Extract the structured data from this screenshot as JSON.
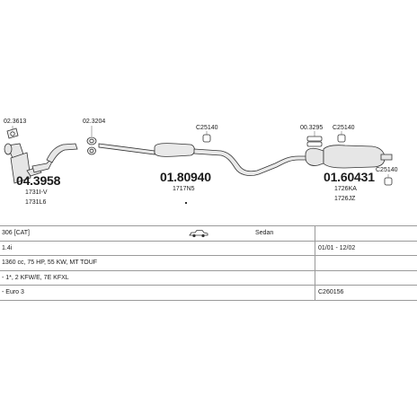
{
  "diagram": {
    "parts": [
      {
        "id": "p1",
        "big": "04.3958",
        "small": [
          "1731I-V",
          "1731L6"
        ]
      },
      {
        "id": "p2",
        "big": "01.80940",
        "small": [
          "1717N5"
        ]
      },
      {
        "id": "p3",
        "big": "01.60431",
        "small": [
          "1726KA",
          "1726JZ"
        ]
      }
    ],
    "codes": [
      "02.3613",
      "02.3204",
      "C25140",
      "00.3295",
      "C25140",
      "C25140"
    ]
  },
  "table": {
    "rows": [
      {
        "left": "306 [CAT]",
        "mid": "Sedan",
        "right": ""
      },
      {
        "left": "1.4i",
        "mid": "",
        "right": "01/01 - 12/02"
      },
      {
        "left": "1360 cc, 75 HP, 55 KW, MT TOUF",
        "mid": "",
        "right": ""
      },
      {
        "left": "- 1*, 2 KFW/E, 7E KFXL",
        "mid": "",
        "right": ""
      },
      {
        "left": "- Euro 3",
        "mid": "",
        "right": "C260156"
      }
    ]
  }
}
